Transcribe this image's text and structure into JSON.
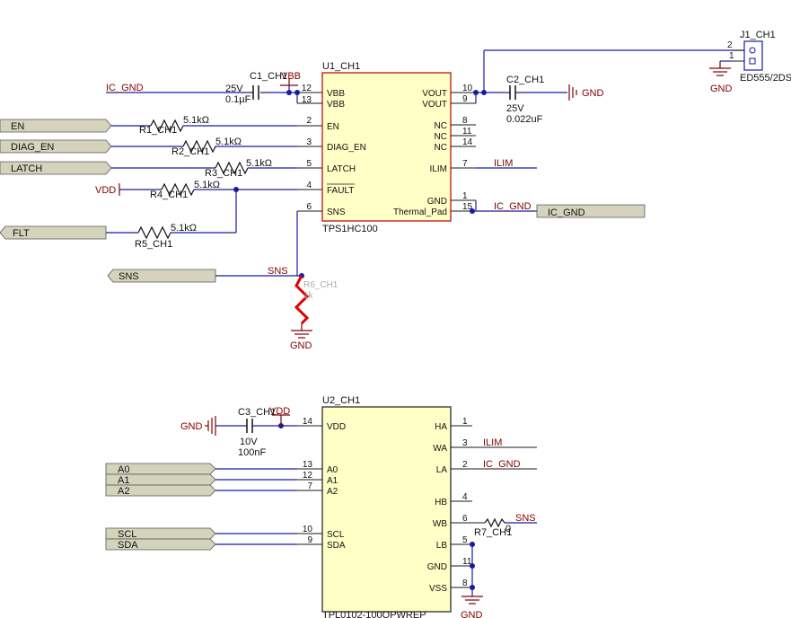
{
  "u1": {
    "ref": "U1_CH1",
    "part": "TPS1HC100",
    "pins_left": [
      {
        "num": "12",
        "name": "VBB"
      },
      {
        "num": "13",
        "name": "VBB"
      },
      {
        "num": "2",
        "name": "EN"
      },
      {
        "num": "3",
        "name": "DIAG_EN"
      },
      {
        "num": "5",
        "name": "LATCH"
      },
      {
        "num": "4",
        "name": "FAULT"
      },
      {
        "num": "6",
        "name": "SNS"
      }
    ],
    "pins_right": [
      {
        "num": "10",
        "name": "VOUT"
      },
      {
        "num": "9",
        "name": "VOUT"
      },
      {
        "num": "8",
        "name": "NC"
      },
      {
        "num": "11",
        "name": "NC"
      },
      {
        "num": "14",
        "name": "NC"
      },
      {
        "num": "7",
        "name": "ILIM"
      },
      {
        "num": "1",
        "name": "GND"
      },
      {
        "num": "15",
        "name": "Thermal_Pad"
      }
    ]
  },
  "u2": {
    "ref": "U2_CH1",
    "part": "TPL0102-100QPWREP",
    "pins_left": [
      {
        "num": "14",
        "name": "VDD"
      },
      {
        "num": "13",
        "name": "A0"
      },
      {
        "num": "12",
        "name": "A1"
      },
      {
        "num": "7",
        "name": "A2"
      },
      {
        "num": "10",
        "name": "SCL"
      },
      {
        "num": "9",
        "name": "SDA"
      }
    ],
    "pins_right": [
      {
        "num": "1",
        "name": "HA"
      },
      {
        "num": "3",
        "name": "WA"
      },
      {
        "num": "2",
        "name": "LA"
      },
      {
        "num": "4",
        "name": "HB"
      },
      {
        "num": "6",
        "name": "WB"
      },
      {
        "num": "5",
        "name": "LB"
      },
      {
        "num": "11",
        "name": "GND"
      },
      {
        "num": "8",
        "name": "VSS"
      }
    ]
  },
  "j1": {
    "ref": "J1_CH1",
    "part": "ED555/2DS",
    "pin1": "1",
    "pin2": "2"
  },
  "resistors": [
    {
      "ref": "R1_CH1",
      "value": "5.1kΩ"
    },
    {
      "ref": "R2_CH1",
      "value": "5.1kΩ"
    },
    {
      "ref": "R3_CH1",
      "value": "5.1kΩ"
    },
    {
      "ref": "R4_CH1",
      "value": "5.1kΩ"
    },
    {
      "ref": "R5_CH1",
      "value": "5.1kΩ"
    },
    {
      "ref": "R6_CH1",
      "value": "1k"
    },
    {
      "ref": "R7_CH1",
      "value": "0"
    }
  ],
  "capacitors": [
    {
      "ref": "C1_CH1",
      "voltage": "25V",
      "value": "0.1µF"
    },
    {
      "ref": "C2_CH1",
      "voltage": "25V",
      "value": "0.022uF"
    },
    {
      "ref": "C3_CH1",
      "voltage": "10V",
      "value": "100nF"
    }
  ],
  "ports": {
    "en": "EN",
    "diag_en": "DIAG_EN",
    "latch": "LATCH",
    "flt": "FLT",
    "sns": "SNS",
    "ic_gnd": "IC_GND",
    "a0": "A0",
    "a1": "A1",
    "a2": "A2",
    "scl": "SCL",
    "sda": "SDA"
  },
  "nets": {
    "ic_gnd": "IC_GND",
    "vbb": "VBB",
    "vdd": "VDD",
    "gnd": "GND",
    "ilim": "ILIM",
    "sns": "SNS",
    "ic_gnd2": "IC_GND"
  }
}
